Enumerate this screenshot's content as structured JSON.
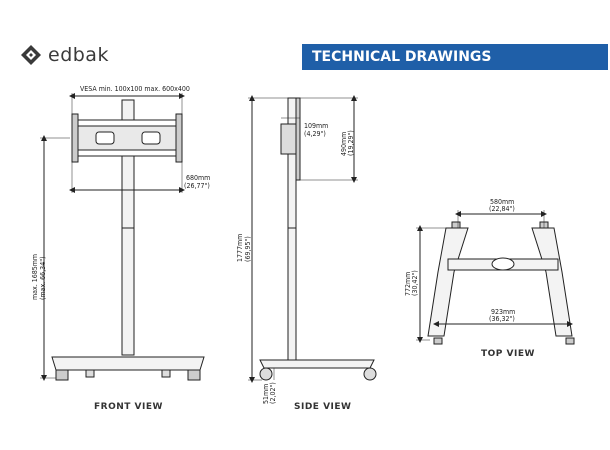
{
  "brand": {
    "name": "edbak",
    "accent": "#1f5fa8"
  },
  "header": {
    "title": "TECHNICAL DRAWINGS"
  },
  "front_view": {
    "caption": "FRONT VIEW",
    "vesa": "VESA min. 100x100 max. 600x400",
    "width_mm": "680mm",
    "width_in": "(26,77\")",
    "height_mm": "max. 1685mm",
    "height_in": "(max. 66,34\")"
  },
  "side_view": {
    "caption": "SIDE VIEW",
    "total_mm": "1777mm",
    "total_in": "(69,95\")",
    "depth_mm": "109mm",
    "depth_in": "(4,29\")",
    "bracket_mm": "490mm",
    "bracket_in": "(19,29\")",
    "floor_mm": "51mm",
    "floor_in": "(2,02\")"
  },
  "top_view": {
    "caption": "TOP VIEW",
    "inner_mm": "580mm",
    "inner_in": "(22,84\")",
    "depth_mm": "772mm",
    "depth_in": "(30,42\")",
    "outer_mm": "923mm",
    "outer_in": "(36,32\")"
  }
}
